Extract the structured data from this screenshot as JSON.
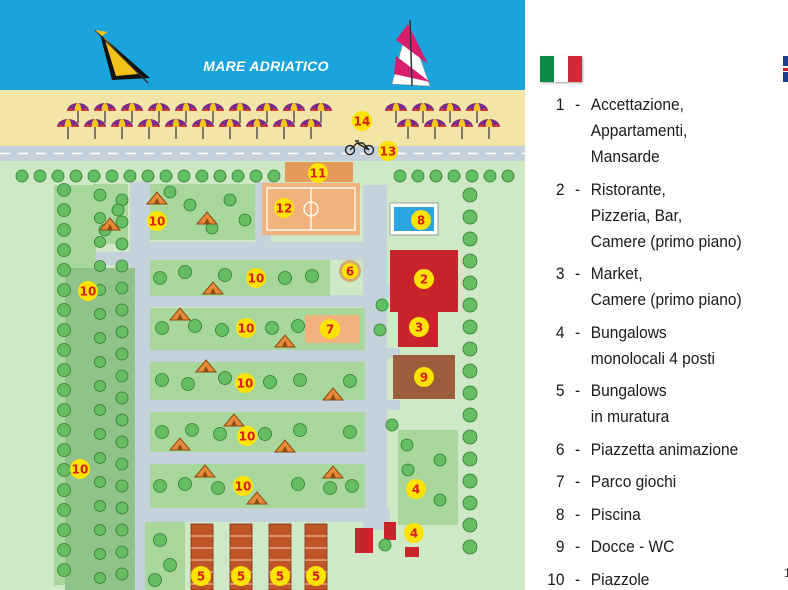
{
  "map": {
    "sea_label": "MARE ADRIATICO",
    "colors": {
      "sea": "#1aa4dc",
      "beach": "#f3e5a8",
      "grass": "#cfe8c6",
      "path": "#c5d2dc",
      "tree": "#66be63",
      "court": "#f2b27e",
      "red_building": "#c9242b",
      "brown_building": "#9b5d3c",
      "pool": "#2aa5e1",
      "marker_yellow": "#ffe300",
      "marker_text": "#d71f1f"
    },
    "markers": {
      "umbrellas": "14",
      "bikes": "13",
      "building_north": "11",
      "sports_court": "12",
      "pool": "8",
      "plaza": "6",
      "restaurant": "2",
      "market": "3",
      "showers": "9",
      "playground": "7",
      "bungalow_brick": "5",
      "bungalow_mono": "4",
      "pitch": "10"
    }
  },
  "legend": {
    "items": [
      {
        "num": "1",
        "text": "Accettazione,\nAppartamenti,\nMansarde"
      },
      {
        "num": "2",
        "text": "Ristorante,\nPizzeria, Bar,\nCamere (primo piano)"
      },
      {
        "num": "3",
        "text": "Market,\nCamere (primo piano)"
      },
      {
        "num": "4",
        "text": "Bungalows\nmonolocali 4 posti"
      },
      {
        "num": "5",
        "text": "Bungalows\nin muratura"
      },
      {
        "num": "6",
        "text": "Piazzetta animazione"
      },
      {
        "num": "7",
        "text": "Parco giochi"
      },
      {
        "num": "8",
        "text": "Piscina"
      },
      {
        "num": "9",
        "text": "Docce - WC"
      },
      {
        "num": "10",
        "text": "Piazzole"
      }
    ],
    "edge_mark": "1"
  }
}
